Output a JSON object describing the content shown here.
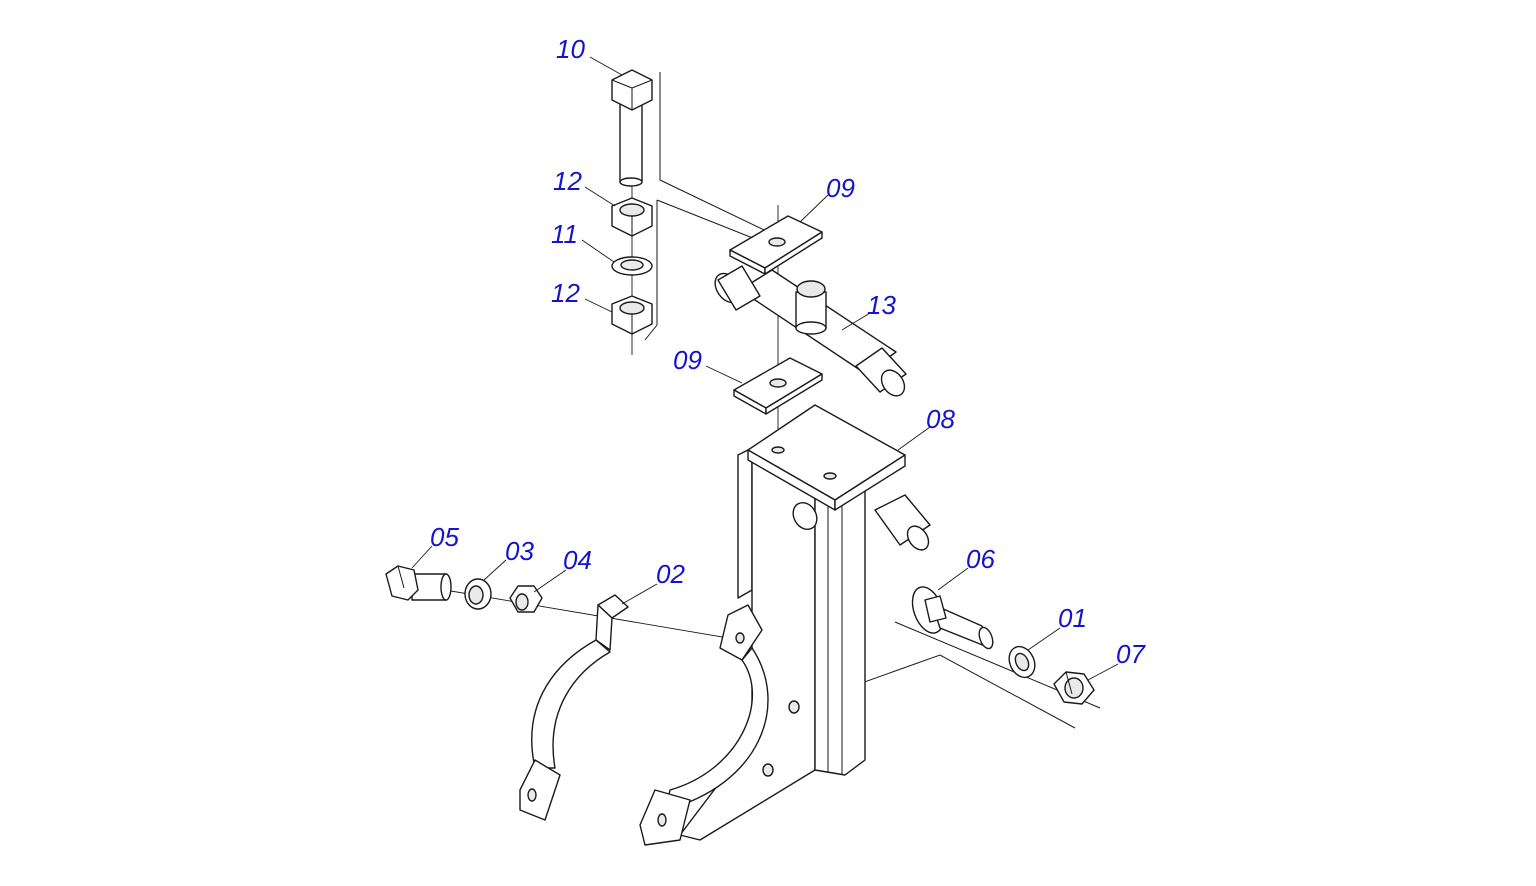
{
  "callouts": [
    {
      "id": "c10",
      "label": "10"
    },
    {
      "id": "c12a",
      "label": "12"
    },
    {
      "id": "c11",
      "label": "11"
    },
    {
      "id": "c12b",
      "label": "12"
    },
    {
      "id": "c09a",
      "label": "09"
    },
    {
      "id": "c13",
      "label": "13"
    },
    {
      "id": "c09b",
      "label": "09"
    },
    {
      "id": "c08",
      "label": "08"
    },
    {
      "id": "c05",
      "label": "05"
    },
    {
      "id": "c03",
      "label": "03"
    },
    {
      "id": "c04",
      "label": "04"
    },
    {
      "id": "c02",
      "label": "02"
    },
    {
      "id": "c06",
      "label": "06"
    },
    {
      "id": "c01",
      "label": "01"
    },
    {
      "id": "c07",
      "label": "07"
    }
  ],
  "colors": {
    "callout_text": "#1414cc",
    "line": "#1a1a1a",
    "background": "#ffffff"
  }
}
